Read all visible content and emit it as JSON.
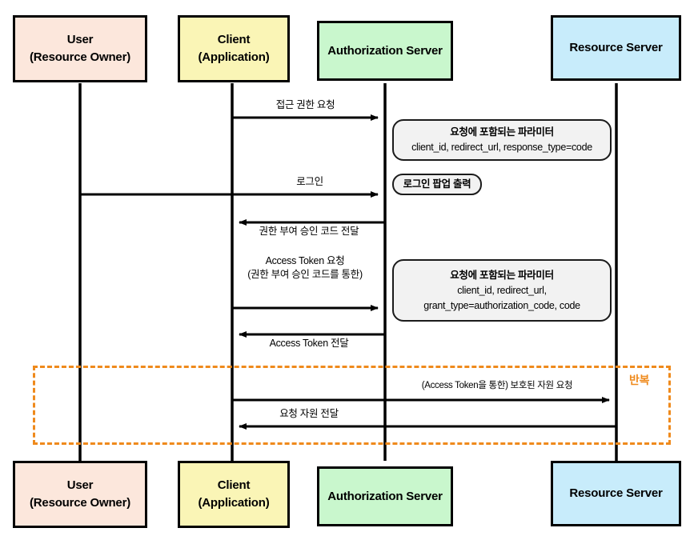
{
  "diagram": {
    "title": "OAuth 2.0 Authorization Code Grant Sequence Diagram",
    "colors": {
      "user": "#fce7dc",
      "client": "#faf5b6",
      "authorization_server": "#c9f7cd",
      "resource_server": "#c8ecfb",
      "note_fill": "#f2f2f2",
      "stroke": "#000000",
      "repeat": "#ef8a1c"
    }
  },
  "actors": [
    {
      "id": "user",
      "line1": "User",
      "line2": "(Resource Owner)"
    },
    {
      "id": "client",
      "line1": "Client",
      "line2": "(Application)"
    },
    {
      "id": "auth_server",
      "line1": "Authorization Server",
      "line2": ""
    },
    {
      "id": "resource_server",
      "line1": "Resource Server",
      "line2": ""
    }
  ],
  "messages": [
    {
      "id": "m1",
      "label": "접근 권한 요청",
      "from": "client",
      "to": "auth_server",
      "direction": "right"
    },
    {
      "id": "m2",
      "label": "로그인",
      "from": "user",
      "to": "auth_server",
      "direction": "right"
    },
    {
      "id": "m3",
      "label": "권한 부여 승인 코드 전달",
      "from": "auth_server",
      "to": "client",
      "direction": "left"
    },
    {
      "id": "m4",
      "label_line1": "Access Token 요청",
      "label_line2": "(권한 부여 승인 코드를 통한)",
      "from": "client",
      "to": "auth_server",
      "direction": "right"
    },
    {
      "id": "m5",
      "label": "Access Token 전달",
      "from": "auth_server",
      "to": "client",
      "direction": "left"
    },
    {
      "id": "m6",
      "label": "(Access Token을 통한) 보호된 자원 요청",
      "from": "client",
      "to": "resource_server",
      "direction": "right"
    },
    {
      "id": "m7",
      "label": "요청 자원 전달",
      "from": "resource_server",
      "to": "client",
      "direction": "left"
    }
  ],
  "notes": [
    {
      "id": "note1",
      "title": "요청에 포함되는 파라미터",
      "lines": [
        "client_id, redirect_url, response_type=code"
      ]
    },
    {
      "id": "note2",
      "title": "로그인 팝업 출력",
      "lines": []
    },
    {
      "id": "note3",
      "title": "요청에 포함되는 파라미터",
      "lines": [
        "client_id, redirect_url,",
        "grant_type=authorization_code, code"
      ]
    }
  ],
  "repeat_frame": {
    "label": "반복"
  }
}
